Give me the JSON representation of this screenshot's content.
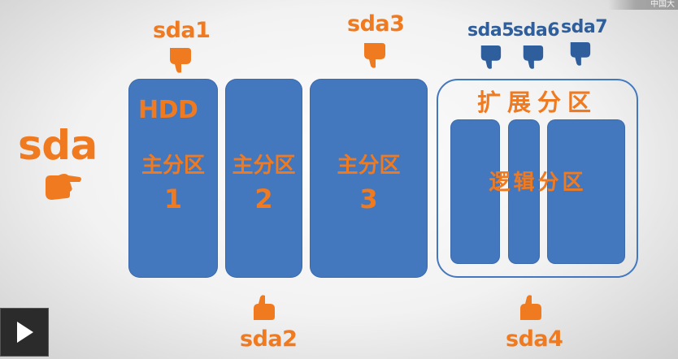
{
  "colors": {
    "accent": "#f07a1f",
    "partition_blue": "#4478be",
    "label_blue": "#2e5f9c"
  },
  "disk": {
    "label": "sda",
    "type": "HDD"
  },
  "primary_partitions": [
    {
      "device": "sda1",
      "label": "主分区",
      "number": "1"
    },
    {
      "device": "sda2",
      "label": "主分区",
      "number": "2"
    },
    {
      "device": "sda3",
      "label": "主分区",
      "number": "3"
    }
  ],
  "extended_partition": {
    "device": "sda4",
    "label": "扩展分区"
  },
  "logical_partitions": {
    "label": "逻辑分区",
    "devices": [
      "sda5",
      "sda6",
      "sda7"
    ]
  },
  "icons": {
    "pointer": "hand-pointer-icon",
    "player": "play-icon"
  },
  "corner_mark": "中国大"
}
